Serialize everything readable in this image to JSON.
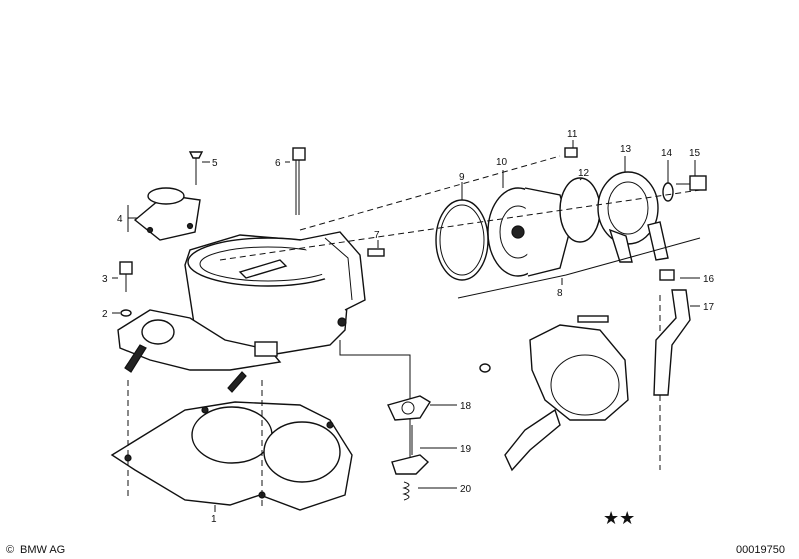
{
  "callouts": [
    {
      "id": "1",
      "label": "1"
    },
    {
      "id": "2",
      "label": "2"
    },
    {
      "id": "3",
      "label": "3"
    },
    {
      "id": "4",
      "label": "4"
    },
    {
      "id": "5",
      "label": "5"
    },
    {
      "id": "6",
      "label": "6"
    },
    {
      "id": "7",
      "label": "7"
    },
    {
      "id": "8",
      "label": "8"
    },
    {
      "id": "9",
      "label": "9"
    },
    {
      "id": "10",
      "label": "10"
    },
    {
      "id": "11",
      "label": "11"
    },
    {
      "id": "12",
      "label": "12"
    },
    {
      "id": "13",
      "label": "13"
    },
    {
      "id": "14",
      "label": "14"
    },
    {
      "id": "15",
      "label": "15"
    },
    {
      "id": "16",
      "label": "16"
    },
    {
      "id": "17",
      "label": "17"
    },
    {
      "id": "18",
      "label": "18"
    },
    {
      "id": "19",
      "label": "19"
    },
    {
      "id": "20",
      "label": "20"
    }
  ],
  "footer": {
    "brand": "BMW AG",
    "copyright_symbol": "©",
    "stars": "★★",
    "diagram_number": "00019750"
  }
}
